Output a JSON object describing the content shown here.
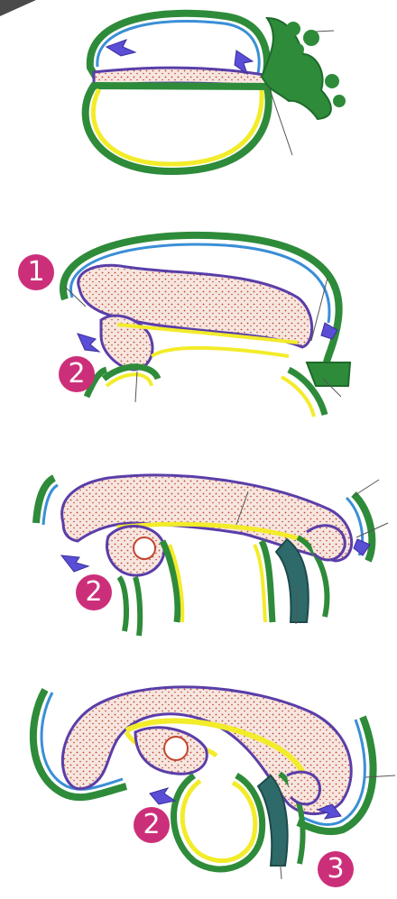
{
  "colors": {
    "ectoderm": "#2e8b3a",
    "amnion_lining": "#3a8fd6",
    "endoderm": "#f2ec2a",
    "mesoderm_outline": "#5a3ea8",
    "mesoderm_dots": "#c2452f",
    "mesoderm_fill": "#f6e6e0",
    "arrow": "#5a4ed6",
    "badge": "#cc2f7a",
    "leader": "#555555"
  },
  "badges": {
    "b1": "1",
    "b2a": "2",
    "b2b": "2",
    "b2c": "2",
    "b3": "3"
  },
  "stages": [
    "stage-1",
    "stage-2",
    "stage-3",
    "stage-4"
  ]
}
